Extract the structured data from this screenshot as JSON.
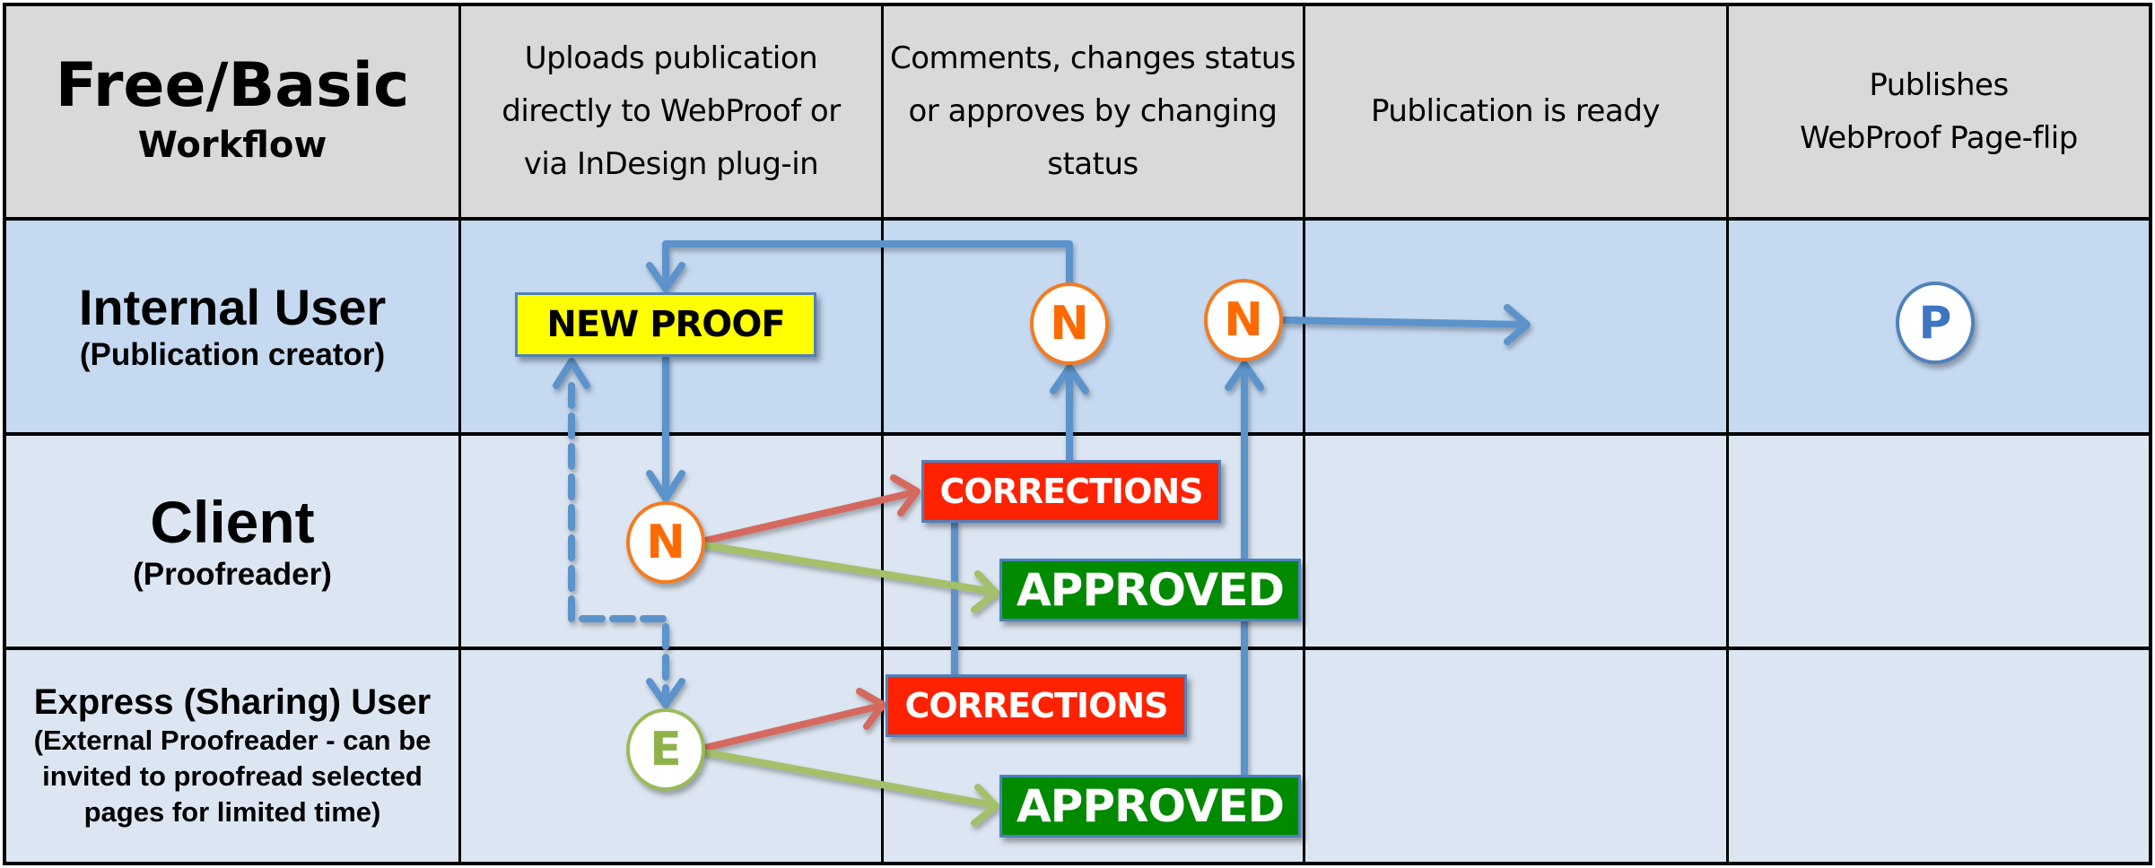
{
  "title": {
    "main": "Free/Basic",
    "sub": "Workflow"
  },
  "columns": [
    {
      "label": "Uploads publication\ndirectly to WebProof or\nvia InDesign plug-in"
    },
    {
      "label": "Comments, changes status\nor approves by changing\nstatus"
    },
    {
      "label": "Publication is ready"
    },
    {
      "label": "Publishes\nWebProof Page-flip"
    }
  ],
  "rows": [
    {
      "role": "Internal User",
      "description": "(Publication creator)"
    },
    {
      "role": "Client",
      "description": "(Proofreader)"
    },
    {
      "role": "Express (Sharing) User",
      "description": "(External Proofreader - can be\ninvited to proofread selected\npages for limited time)"
    }
  ],
  "nodes": {
    "new_proof": "NEW PROOF",
    "client_corrections": "CORRECTIONS",
    "client_approved": "APPROVED",
    "express_corrections": "CORRECTIONS",
    "express_approved": "APPROVED",
    "status_new_client": "N",
    "status_express": "E",
    "status_new_returned": "N",
    "status_new_approved": "N",
    "status_published": "P"
  },
  "colors": {
    "header_bg": "#d9d9d9",
    "internal_row_bg": "#c5d9f1",
    "other_row_bg": "#dce6f2",
    "flow_line": "#5b93cb",
    "corrections_arrow": "#d46a5f",
    "approved_arrow": "#a3c06a",
    "new_proof_fill": "#ffff00",
    "corrections_fill": "#ff2200",
    "approved_fill": "#008a00",
    "status_n": "#f47b20",
    "status_e": "#9bbb59",
    "status_p": "#4f81bd"
  }
}
